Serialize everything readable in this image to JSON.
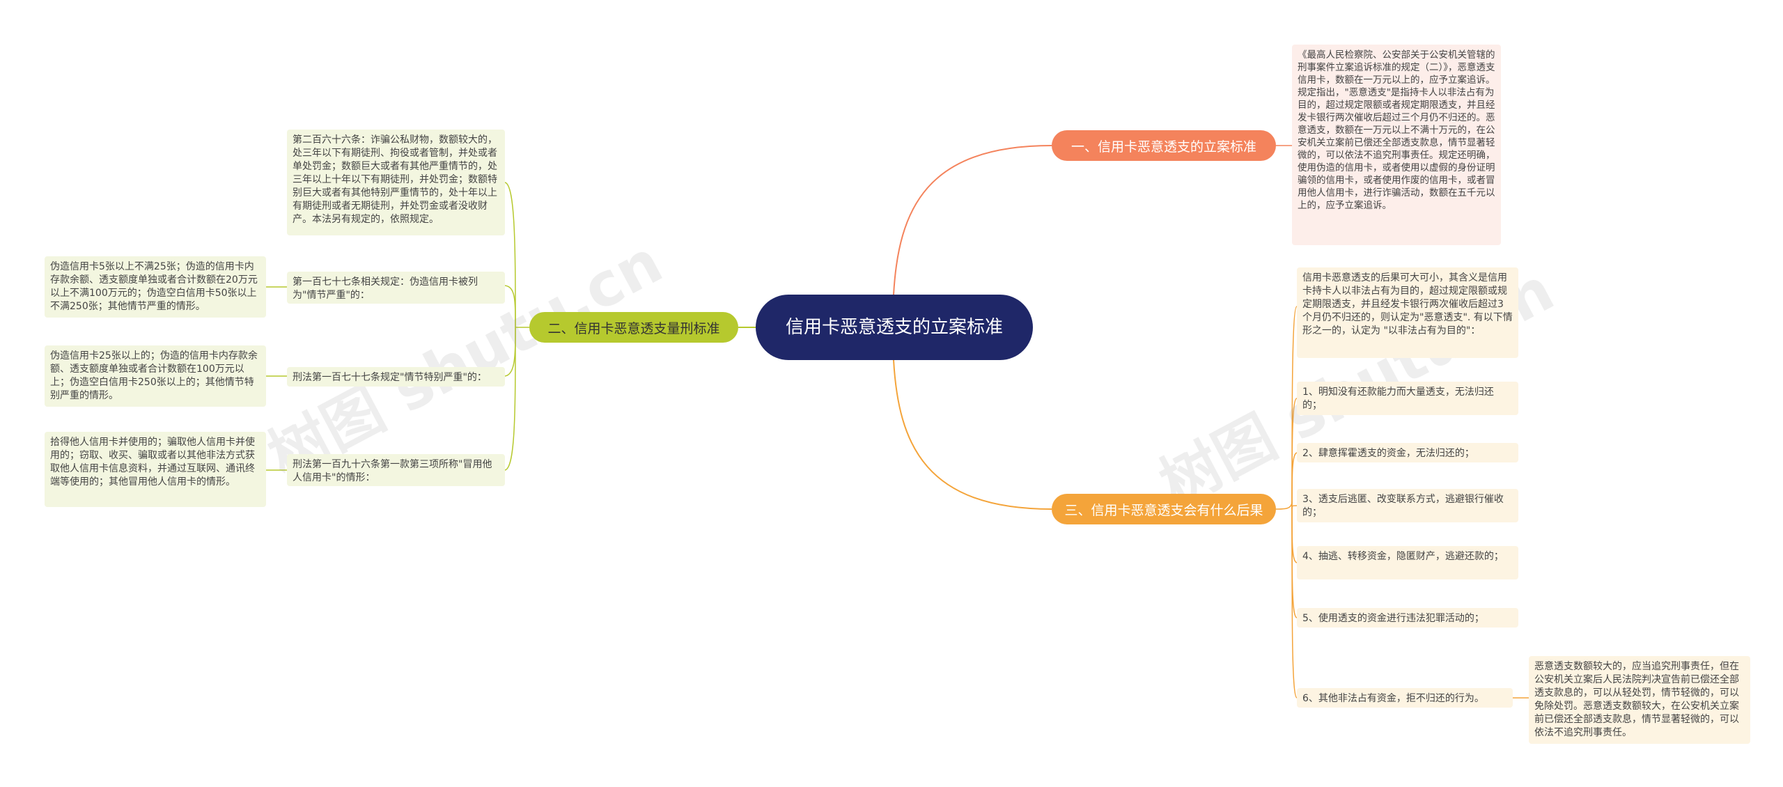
{
  "watermark": "树图 shutu.cn",
  "root": {
    "label": "信用卡恶意透支的立案标准"
  },
  "branch1": {
    "label": "一、信用卡恶意透支的立案标准",
    "detail": "《最高人民检察院、公安部关于公安机关管辖的刑事案件立案追诉标准的规定（二）》，恶意透支信用卡，数额在一万元以上的，应予立案追诉。规定指出，\"恶意透支\"是指持卡人以非法占有为目的，超过规定限额或者规定期限透支，并且经发卡银行两次催收后超过三个月仍不归还的。恶意透支，数额在一万元以上不满十万元的，在公安机关立案前已偿还全部透支款息，情节显著轻微的，可以依法不追究刑事责任。规定还明确，使用伪造的信用卡，或者使用以虚假的身份证明骗领的信用卡，或者使用作废的信用卡，或者冒用他人信用卡，进行诈骗活动，数额在五千元以上的，应予立案追诉。"
  },
  "branch2": {
    "label": "二、信用卡恶意透支量刑标准",
    "children": [
      {
        "label": "第二百六十六条：诈骗公私财物，数额较大的，处三年以下有期徒刑、拘役或者管制，并处或者单处罚金；数额巨大或者有其他严重情节的，处三年以上十年以下有期徒刑，并处罚金；数额特别巨大或者有其他特别严重情节的，处十年以上有期徒刑或者无期徒刑，并处罚金或者没收财产。本法另有规定的，依照规定。",
        "detail": ""
      },
      {
        "label": "第一百七十七条相关规定：伪造信用卡被列为\"情节严重\"的：",
        "detail": "伪造信用卡5张以上不满25张；伪造的信用卡内存款余额、透支额度单独或者合计数额在20万元以上不满100万元的；伪造空白信用卡50张以上不满250张；其他情节严重的情形。"
      },
      {
        "label": "刑法第一百七十七条规定\"情节特别严重\"的：",
        "detail": "伪造信用卡25张以上的；伪造的信用卡内存款余额、透支额度单独或者合计数额在100万元以上；伪造空白信用卡250张以上的；其他情节特别严重的情形。"
      },
      {
        "label": "刑法第一百九十六条第一款第三项所称\"冒用他人信用卡\"的情形：",
        "detail": "拾得他人信用卡并使用的；骗取他人信用卡并使用的；窃取、收买、骗取或者以其他非法方式获取他人信用卡信息资料，并通过互联网、通讯终端等使用的；其他冒用他人信用卡的情形。"
      }
    ]
  },
  "branch3": {
    "label": "三、信用卡恶意透支会有什么后果",
    "children": [
      {
        "label": "信用卡恶意透支的后果可大可小，其含义是信用卡持卡人以非法占有为目的，超过规定限额或规定期限透支，并且经发卡银行两次催收后超过3个月仍不归还的，则认定为\"恶意透支\". 有以下情形之一的，认定为 \"以非法占有为目的\"："
      },
      {
        "label": "1、明知没有还款能力而大量透支，无法归还的；"
      },
      {
        "label": "2、肆意挥霍透支的资金，无法归还的；"
      },
      {
        "label": "3、透支后逃匿、改变联系方式，逃避银行催收的；"
      },
      {
        "label": "4、抽逃、转移资金，隐匿财产，逃避还款的；"
      },
      {
        "label": "5、使用透支的资金进行违法犯罪活动的；"
      },
      {
        "label": "6、其他非法占有资金，拒不归还的行为。"
      }
    ],
    "extra": "恶意透支数额较大的，应当追究刑事责任，但在公安机关立案后人民法院判决宣告前已偿还全部透支款息的，可以从轻处罚，情节轻微的，可以免除处罚。恶意透支数额较大，在公安机关立案前已偿还全部透支款息，情节显著轻微的，可以依法不追究刑事责任。"
  }
}
